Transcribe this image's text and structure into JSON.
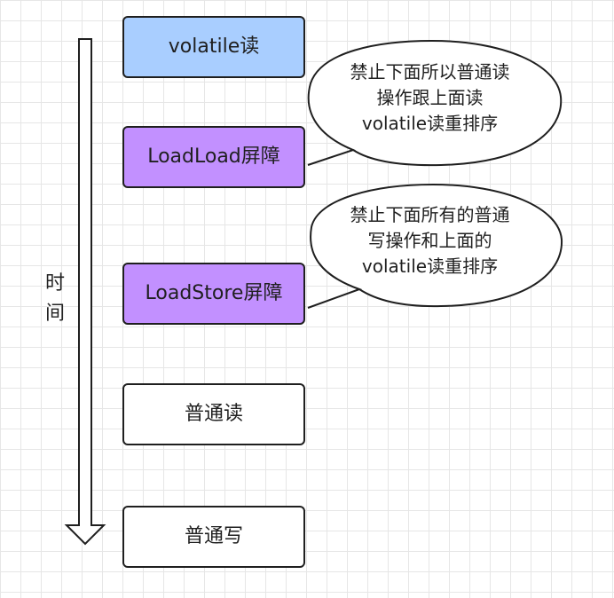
{
  "timeline": {
    "label_lines": [
      "时",
      "间"
    ]
  },
  "steps": [
    {
      "text": "volatile读",
      "fill": "#a9ceff"
    },
    {
      "text": "LoadLoad屏障",
      "fill": "#c290ff"
    },
    {
      "text": "LoadStore屏障",
      "fill": "#c290ff"
    },
    {
      "text": "普通读",
      "fill": "#ffffff"
    },
    {
      "text": "普通写",
      "fill": "#ffffff"
    }
  ],
  "bubbles": [
    {
      "lines": [
        "禁止下面所以普通读",
        "操作跟上面读",
        "volatile读重排序"
      ]
    },
    {
      "lines": [
        "禁止下面所有的普通",
        "写操作和上面的",
        "volatile读重排序"
      ]
    }
  ],
  "colors": {
    "line": "#1f1f1f",
    "grid": "#e6e6e6",
    "volatile_fill": "#a9ceff",
    "barrier_fill": "#c290ff",
    "normal_fill": "#ffffff"
  },
  "icons": {
    "timeline_arrow": "down-arrow-icon"
  }
}
